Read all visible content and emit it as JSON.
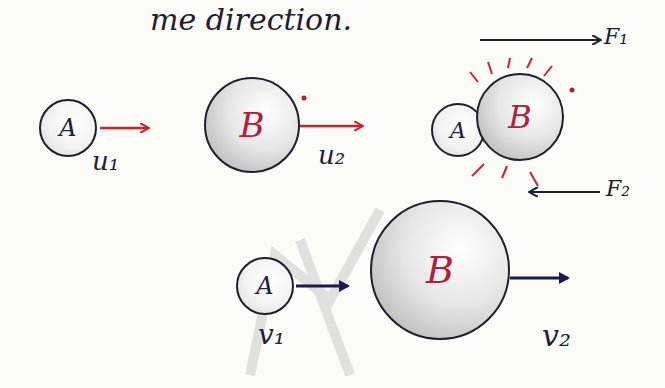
{
  "diagram": {
    "nodes": [
      {
        "text": [
          "A"
        ]
      },
      {
        "text": [
          "B"
        ]
      },
      {
        "text": [
          "A"
        ]
      },
      {
        "text": [
          "B"
        ]
      },
      {
        "text": [
          "A"
        ]
      },
      {
        "text": [
          "B"
        ]
      }
    ],
    "labels": [
      "me direction.",
      "u₁",
      "u₂",
      "F₁",
      "F₂",
      "v₁",
      "v₂"
    ]
  }
}
